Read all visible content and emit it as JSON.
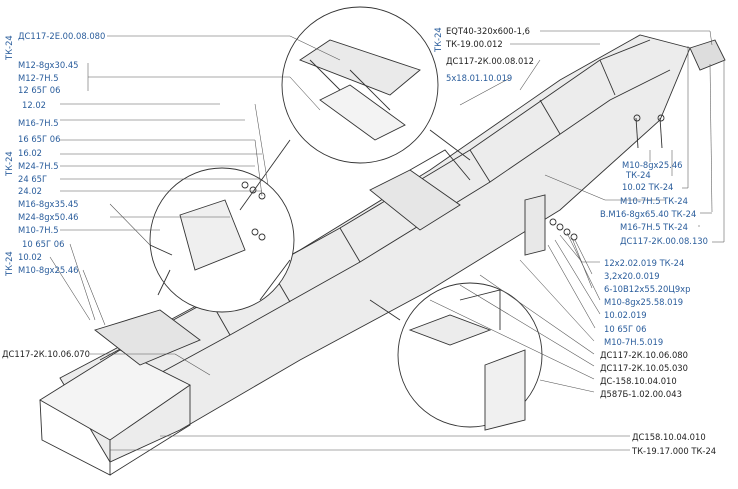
{
  "colors": {
    "label_blue": "#2a5d9c",
    "label_dark": "#222222",
    "line": "#333333"
  },
  "side_tags": {
    "tk_top": "ТК-24",
    "tk_mid": "ТК-24",
    "tk_low": "ТК-24",
    "tk_top_right": "ТК-24"
  },
  "left_labels": {
    "l1": "ДС117-2Е.00.08.080",
    "l2": "М12-8gх30.45",
    "l3": "М12-7Н.5",
    "l4": "12 65Г 06",
    "l5": "12.02",
    "l6": "М16-7Н.5",
    "l7": "16 65Г 06",
    "l8": "16.02",
    "l9": "М24-7Н.5",
    "l10": "24 65Г",
    "l11": "24.02",
    "l12": "М16-8gх35.45",
    "l13": "М24-8gх50.46",
    "l14": "М10-7Н.5",
    "l15": "10 65Г 06",
    "l16": "10.02",
    "l17": "М10-8gх25.46",
    "l18": "ДС117-2К.10.06.070"
  },
  "top_labels": {
    "t1": "EQT40-320х600-1,6",
    "t2": "ТК-19.00.012",
    "t3": "ДС117-2К.00.08.012",
    "t4": "5х18.01.10.019"
  },
  "right_labels": {
    "r1": "М10-8gх25.46",
    "r1b": "ТК-24",
    "r2": "10.02 ТК-24",
    "r3": "М10-7Н.5 ТК-24",
    "r4": "В.М16-8gх65.40 ТК-24",
    "r5": "М16-7Н.5 ТК-24",
    "r6": "ДС117-2К.00.08.130",
    "r7": "12х2.02.019 ТК-24",
    "r8": "3,2х20.0.019",
    "r9": "6-10В12х55.20Ц9хр",
    "r10": "М10-8gх25.58.019",
    "r11": "10.02.019",
    "r12": "10 65Г 06",
    "r13": "М10-7Н.5.019",
    "r14": "ДС117-2К.10.06.080",
    "r15": "ДС117-2К.10.05.030",
    "r16": "ДС-158.10.04.010",
    "r17": "Д587Б-1.02.00.043",
    "r18": "ДС158.10.04.010",
    "r19": "ТК-19.17.000 ТК-24"
  }
}
